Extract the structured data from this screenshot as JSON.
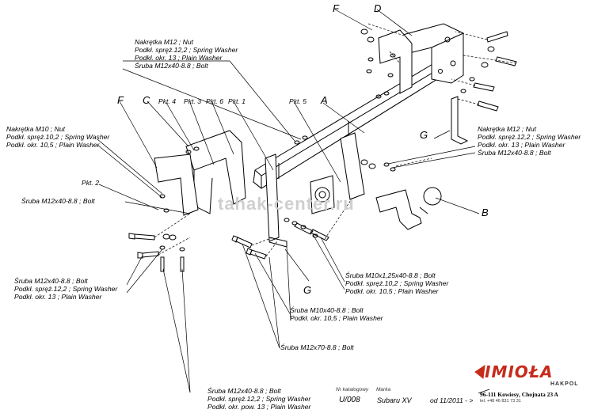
{
  "labels": {
    "top_nut": [
      "Nakrętka  M12 ; Nut",
      "Podkł. spręż.12,2 ; Spring Washer",
      "Podkł. okr. 13 ; Plain Washer",
      "Śruba M12x40-8.8 ;  Bolt"
    ],
    "left_nut": [
      "Nakrętka  M10 ; Nut",
      "Podkł. spręż.10,2 ; Spring Washer",
      "Podkł. okr. 10,5 ; Plain Washer"
    ],
    "left_bolt": "Śruba M12x40-8.8 ;  Bolt",
    "right_nut": [
      "Nakrętka  M12 ; Nut",
      "Podkł. spręż.12,2 ; Spring Washer",
      "Podkł. okr. 13 ; Plain Washer",
      "Śruba M12x40-8.8 ;  Bolt"
    ],
    "lower_left": [
      "Śruba M12x40-8.8 ;  Bolt",
      "Podkł. spręż.12,2 ; Spring Washer",
      "Podkł. okr. 13 ; Plain Washer"
    ],
    "m10_125": [
      "Śruba M10x1,25x40-8.8 ;  Bolt",
      "Podkł. spręż.10,2 ; Spring Washer",
      "Podkł. okr. 10,5 ; Plain Washer"
    ],
    "m10_40": [
      "Śruba M10x40-8.8 ;  Bolt",
      "Podkł. okr. 10,5 ; Plain Washer"
    ],
    "m12x70": "Śruba M12x70-8.8 ;  Bolt",
    "bottom": [
      "Śruba M12x40-8.8 ;  Bolt",
      "Podkł. spręż.12,2 ; Spring Washer",
      "Podkł. okr. pow. 13 ; Plain Washer"
    ]
  },
  "letters": {
    "F1": "F",
    "D": "D",
    "A": "A",
    "G1": "G",
    "F2": "F",
    "C": "C",
    "B": "B",
    "G2": "G"
  },
  "points": {
    "p4": "Pkt. 4",
    "p3": "Pkt. 3",
    "p6": "Pkt. 6",
    "p1": "Pkt. 1",
    "p5": "Pkt. 5",
    "p2": "Pkt. 2"
  },
  "footer": {
    "catalog_header": "Nr katalogowy",
    "catalog_value": "U/008",
    "brand_header": "Marka",
    "brand_value": "Subaru XV",
    "date": "od 11/2011 - >",
    "logo": "IMIOŁA",
    "company": "HAKPOL",
    "address": "96-111 Kowiesy, Chojnata 23 A",
    "phone": "tel. +48 46 831 73 31"
  },
  "watermark": "tahak-center.ru",
  "colors": {
    "logo_red": "#c62b1a",
    "line": "#000000",
    "watermark": "#cfcfcf"
  }
}
